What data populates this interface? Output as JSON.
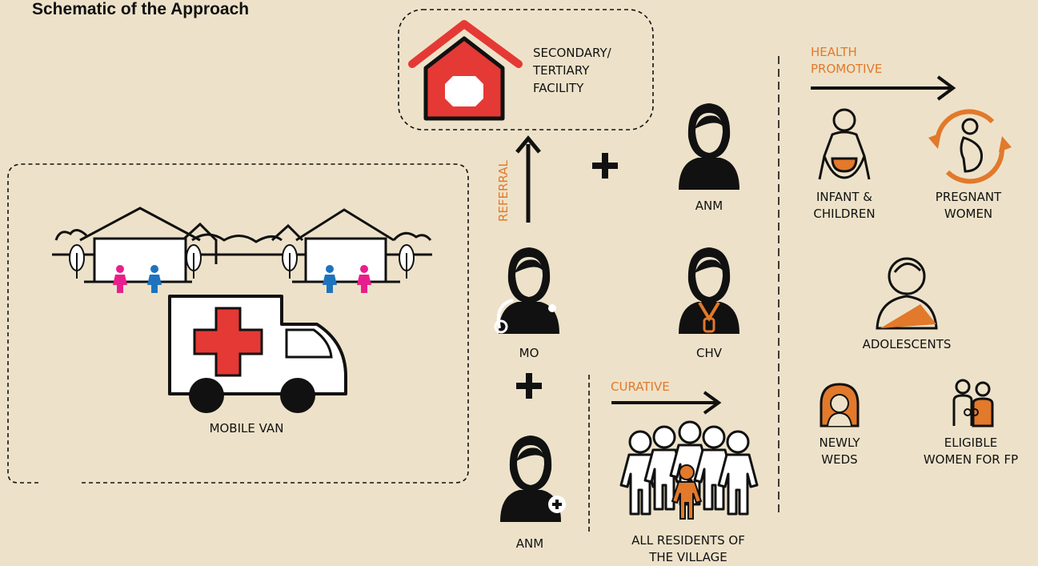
{
  "title": "Schematic of the Approach",
  "facility": {
    "line1": "SECONDARY/",
    "line2": "TERTIARY",
    "line3": "FACILITY"
  },
  "referral_label": "REFERRAL",
  "plus": "+",
  "people": {
    "anm_top": "ANM",
    "mo": "MO",
    "chv": "CHV",
    "anm_bottom": "ANM"
  },
  "mobile_van": "MOBILE VAN",
  "curative": {
    "label": "CURATIVE",
    "target_line1": "ALL RESIDENTS OF",
    "target_line2": "THE VILLAGE"
  },
  "health_promotive": {
    "line1": "HEALTH",
    "line2": "PROMOTIVE",
    "groups": [
      {
        "line1": "INFANT &",
        "line2": "CHILDREN"
      },
      {
        "line1": "PREGNANT",
        "line2": "WOMEN"
      },
      {
        "line1": "ADOLESCENTS",
        "line2": ""
      },
      {
        "line1": "NEWLY",
        "line2": "WEDS"
      },
      {
        "line1": "ELIGIBLE",
        "line2": "WOMEN FOR FP"
      }
    ]
  },
  "colors": {
    "background": "#ede2c9",
    "accent": "#e2792b",
    "red": "#e53935",
    "black": "#111111",
    "pink": "#e91e8c",
    "blue": "#1e73be"
  }
}
